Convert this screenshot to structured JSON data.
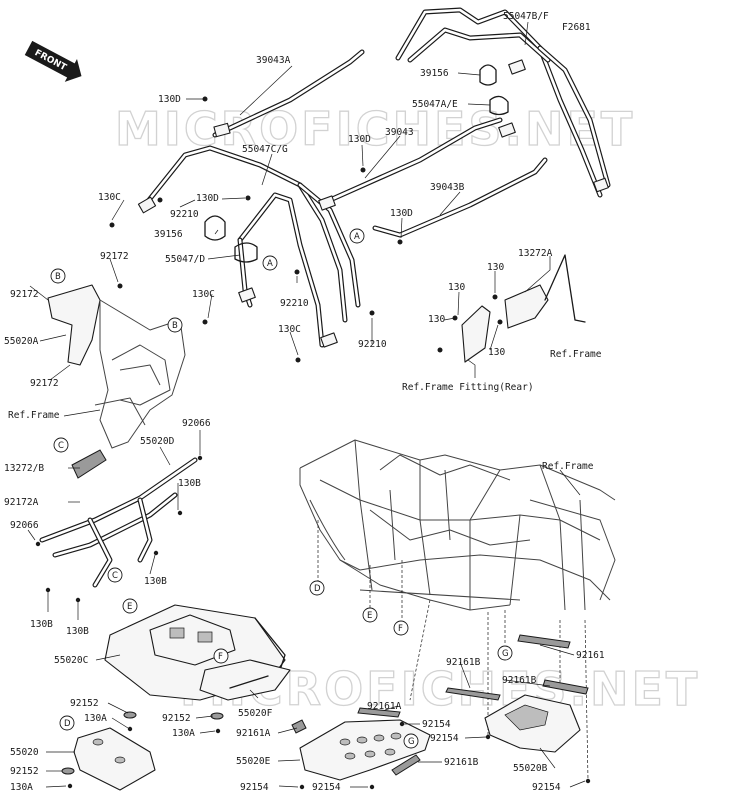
{
  "figure_code": "F2681",
  "front_label": "FRONT",
  "watermark": "MICROFICHES.NET",
  "parts": [
    {
      "id": "p55047bf",
      "text": "55047B/F"
    },
    {
      "id": "p39043a",
      "text": "39043A"
    },
    {
      "id": "p130d_1",
      "text": "130D"
    },
    {
      "id": "p39156_1",
      "text": "39156"
    },
    {
      "id": "p55047ae",
      "text": "55047A/E"
    },
    {
      "id": "p130d_2",
      "text": "130D"
    },
    {
      "id": "p39043",
      "text": "39043"
    },
    {
      "id": "p55047cg",
      "text": "55047C/G"
    },
    {
      "id": "p130d_3",
      "text": "130D"
    },
    {
      "id": "p130c_1",
      "text": "130C"
    },
    {
      "id": "p92210_1",
      "text": "92210"
    },
    {
      "id": "p39043b",
      "text": "39043B"
    },
    {
      "id": "p130d_4",
      "text": "130D"
    },
    {
      "id": "p39156_2",
      "text": "39156"
    },
    {
      "id": "p55047d",
      "text": "55047/D"
    },
    {
      "id": "p13272a",
      "text": "13272A"
    },
    {
      "id": "p130_1",
      "text": "130"
    },
    {
      "id": "p92172_1",
      "text": "92172"
    },
    {
      "id": "p130c_2",
      "text": "130C"
    },
    {
      "id": "p92210_2",
      "text": "92210"
    },
    {
      "id": "p130_2",
      "text": "130"
    },
    {
      "id": "p92172_2",
      "text": "92172"
    },
    {
      "id": "p130_3",
      "text": "130"
    },
    {
      "id": "p130c_3",
      "text": "130C"
    },
    {
      "id": "p55020a",
      "text": "55020A"
    },
    {
      "id": "p92210_3",
      "text": "92210"
    },
    {
      "id": "p130_4",
      "text": "130"
    },
    {
      "id": "pref_frame_1",
      "text": "Ref.Frame"
    },
    {
      "id": "p92172_3",
      "text": "92172"
    },
    {
      "id": "pref_frame_fitting",
      "text": "Ref.Frame Fitting(Rear)"
    },
    {
      "id": "pref_frame_2",
      "text": "Ref.Frame"
    },
    {
      "id": "p92066_1",
      "text": "92066"
    },
    {
      "id": "p55020d",
      "text": "55020D"
    },
    {
      "id": "p13272b",
      "text": "13272/B"
    },
    {
      "id": "pref_frame_3",
      "text": "Ref.Frame"
    },
    {
      "id": "p130b_1",
      "text": "130B"
    },
    {
      "id": "p92172a",
      "text": "92172A"
    },
    {
      "id": "p92066_2",
      "text": "92066"
    },
    {
      "id": "p130b_2",
      "text": "130B"
    },
    {
      "id": "p130b_3",
      "text": "130B"
    },
    {
      "id": "p130b_4",
      "text": "130B"
    },
    {
      "id": "p55020c",
      "text": "55020C"
    },
    {
      "id": "p92161",
      "text": "92161"
    },
    {
      "id": "p92161b_1",
      "text": "92161B"
    },
    {
      "id": "p92161b_2",
      "text": "92161B"
    },
    {
      "id": "p92152_1",
      "text": "92152"
    },
    {
      "id": "p130a_1",
      "text": "130A"
    },
    {
      "id": "p92152_2",
      "text": "92152"
    },
    {
      "id": "p55020f",
      "text": "55020F"
    },
    {
      "id": "p130a_2",
      "text": "130A"
    },
    {
      "id": "p92161a_1",
      "text": "92161A"
    },
    {
      "id": "p92154_1",
      "text": "92154"
    },
    {
      "id": "p92161a_2",
      "text": "92161A"
    },
    {
      "id": "p92154_2",
      "text": "92154"
    },
    {
      "id": "p55020",
      "text": "55020"
    },
    {
      "id": "p92152_3",
      "text": "92152"
    },
    {
      "id": "p55020e",
      "text": "55020E"
    },
    {
      "id": "p92161b_3",
      "text": "92161B"
    },
    {
      "id": "p55020b",
      "text": "55020B"
    },
    {
      "id": "p130a_3",
      "text": "130A"
    },
    {
      "id": "p92154_3",
      "text": "92154"
    },
    {
      "id": "p92154_4",
      "text": "92154"
    },
    {
      "id": "p92154_5",
      "text": "92154"
    }
  ],
  "callouts": [
    {
      "id": "cA1",
      "text": "A"
    },
    {
      "id": "cA2",
      "text": "A"
    },
    {
      "id": "cB1",
      "text": "B"
    },
    {
      "id": "cB2",
      "text": "B"
    },
    {
      "id": "cC1",
      "text": "C"
    },
    {
      "id": "cC2",
      "text": "C"
    },
    {
      "id": "cD1",
      "text": "D"
    },
    {
      "id": "cD2",
      "text": "D"
    },
    {
      "id": "cE1",
      "text": "E"
    },
    {
      "id": "cE2",
      "text": "E"
    },
    {
      "id": "cF1",
      "text": "F"
    },
    {
      "id": "cF2",
      "text": "F"
    },
    {
      "id": "cG1",
      "text": "G"
    },
    {
      "id": "cG2",
      "text": "G"
    }
  ]
}
